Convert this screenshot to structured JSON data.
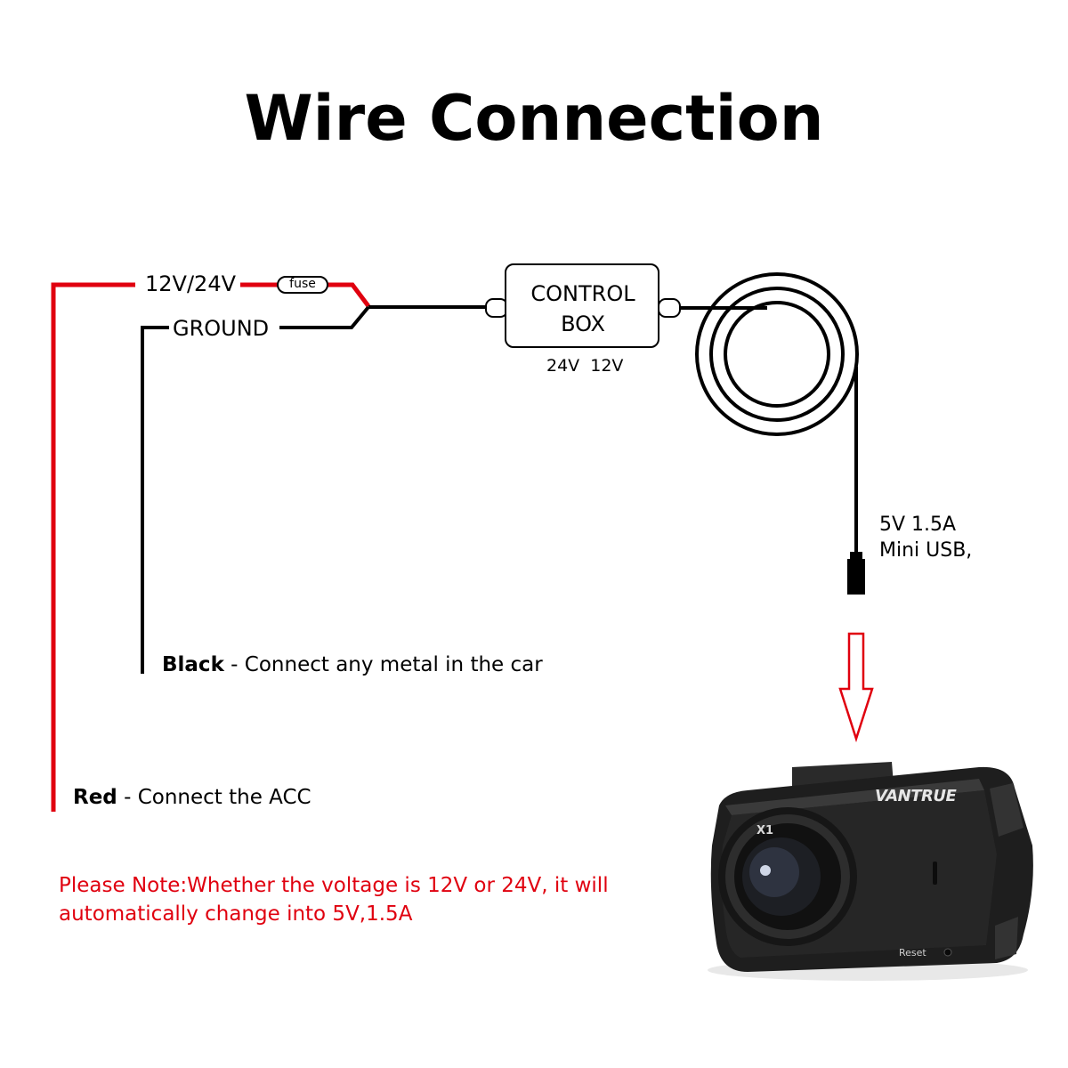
{
  "title": "Wire Connection",
  "wires": {
    "power_label": "12V/24V",
    "fuse_label": "fuse",
    "ground_label": "GROUND"
  },
  "control_box": {
    "line1": "CONTROL",
    "line2": "BOX",
    "voltage": "24V  12V"
  },
  "usb": {
    "line1": "5V 1.5A",
    "line2": "Mini USB,"
  },
  "black_wire": {
    "color_word": "Black",
    "description": " - Connect any metal in the car"
  },
  "red_wire": {
    "color_word": "Red",
    "description": " - Connect the ACC"
  },
  "note": {
    "line1": "Please Note:Whether the voltage is 12V or 24V, it will",
    "line2": "automatically change into 5V,1.5A"
  },
  "camera": {
    "brand": "VANTRUE",
    "model": "X1",
    "reset_label": "Reset"
  },
  "colors": {
    "red_wire": "#e0000f",
    "black_wire": "#000000",
    "note_text": "#e0000f"
  }
}
